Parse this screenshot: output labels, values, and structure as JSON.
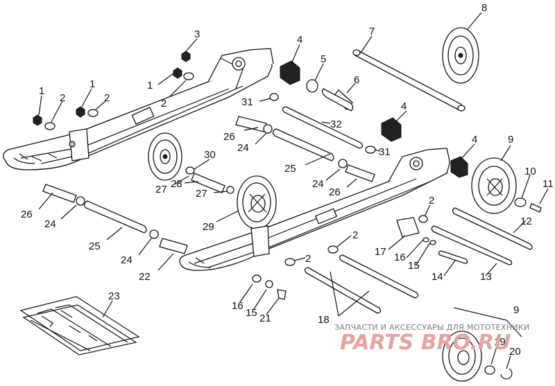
{
  "callouts": {
    "n1": "1",
    "n2": "2",
    "n3": "3",
    "n4": "4",
    "n5": "5",
    "n6": "6",
    "n7": "7",
    "n8": "8",
    "n9": "9",
    "n10": "10",
    "n11": "11",
    "n12": "12",
    "n13": "13",
    "n14": "14",
    "n15": "15",
    "n16": "16",
    "n17": "17",
    "n18": "18",
    "n19": "19",
    "n20": "20",
    "n21": "21",
    "n22": "22",
    "n23": "23",
    "n24": "24",
    "n25": "25",
    "n26": "26",
    "n27": "27",
    "n28": "28",
    "n29": "29",
    "n30": "30",
    "n31": "31",
    "n32": "32"
  },
  "watermark": {
    "caption": "ЗАПЧАСТИ И АКСЕССУАРЫ ДЛЯ МОТОТЕХНИКИ",
    "logo": "PARTS BRO.RU"
  },
  "colors": {
    "line": "#111111",
    "watermark_logo": "#e3a3a3",
    "watermark_text": "#7a7a7a"
  }
}
